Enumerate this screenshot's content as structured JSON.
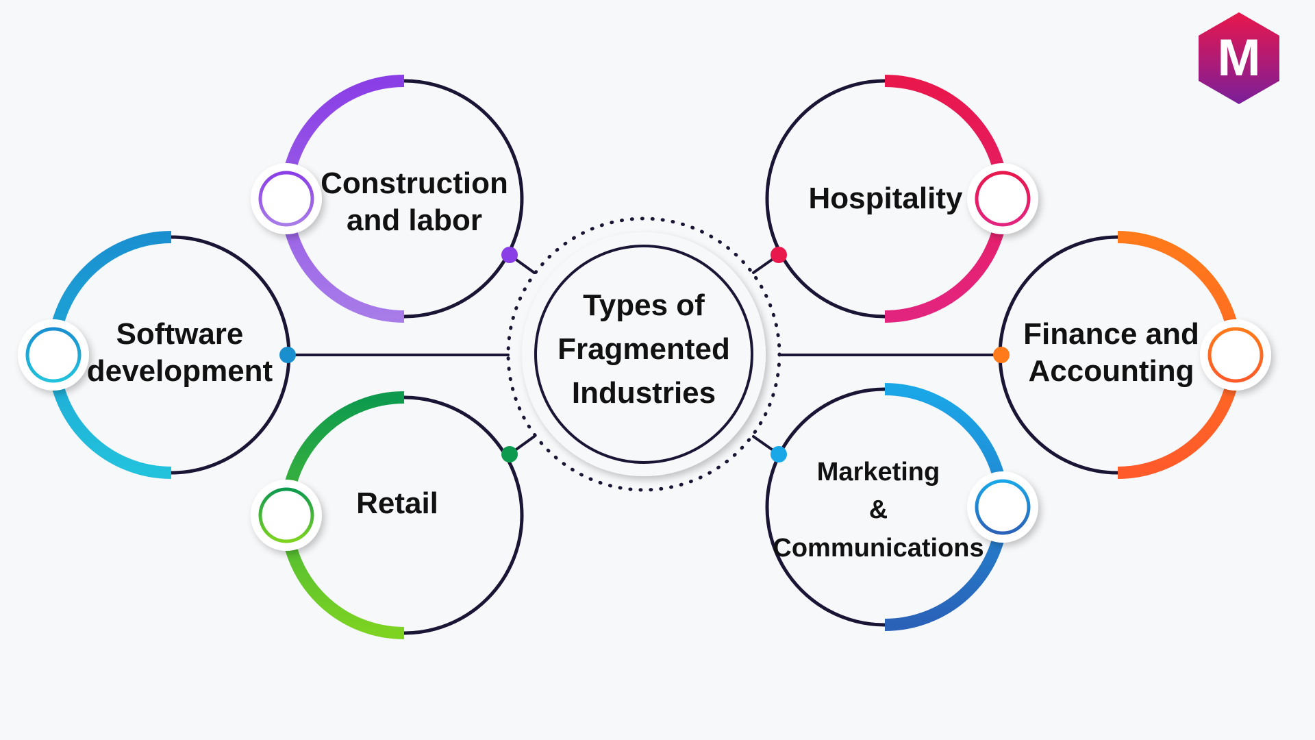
{
  "diagram": {
    "center": {
      "lines": [
        "Types of",
        "Fragmented",
        "Industries"
      ]
    },
    "nodes": [
      {
        "id": "construction-and-labor",
        "lines": [
          "Construction",
          "and labor"
        ],
        "color_start": "#8a3ee6",
        "color_end": "#a77be8"
      },
      {
        "id": "software-development",
        "lines": [
          "Software",
          "development"
        ],
        "color_start": "#1a8fd0",
        "color_end": "#22c2dc"
      },
      {
        "id": "retail",
        "lines": [
          "Retail"
        ],
        "color_start": "#0d9a4e",
        "color_end": "#7ed321"
      },
      {
        "id": "hospitality",
        "lines": [
          "Hospitality"
        ],
        "color_start": "#e8174c",
        "color_end": "#e3247f"
      },
      {
        "id": "finance-and-accounting",
        "lines": [
          "Finance and",
          "Accounting"
        ],
        "color_start": "#ff7a1a",
        "color_end": "#ff5a2a"
      },
      {
        "id": "marketing-and-communications",
        "lines": [
          "Marketing",
          "&",
          "Communications"
        ],
        "color_start": "#1aa7e8",
        "color_end": "#2a62b8"
      }
    ]
  },
  "logo": {
    "letter": "M",
    "color_top": "#e8174c",
    "color_bottom": "#7a1f9a"
  },
  "colors": {
    "background": "#f7f8fa",
    "outline": "#1b1535"
  }
}
